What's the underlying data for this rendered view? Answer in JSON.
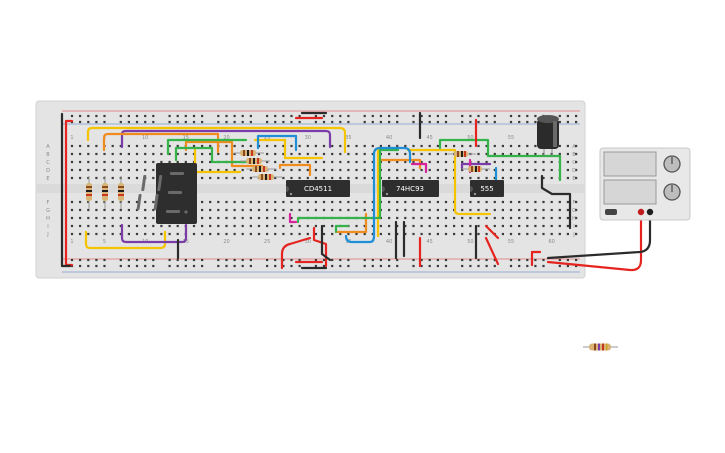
{
  "breadboard": {
    "column_numbers": [
      "1",
      "5",
      "10",
      "15",
      "20",
      "25",
      "30",
      "35",
      "40",
      "45",
      "50",
      "55",
      "60"
    ],
    "row_letters_top": [
      "A",
      "B",
      "C",
      "D",
      "E"
    ],
    "row_letters_bottom": [
      "F",
      "G",
      "H",
      "I",
      "J"
    ]
  },
  "chips": {
    "decoder": "CD4511",
    "counter": "74HC93",
    "timer": "555"
  },
  "display": {
    "digit": "8."
  },
  "power_supply": {
    "readout_top": "",
    "readout_bottom": ""
  },
  "colors": {
    "board": "#e4e4e4",
    "wire_red": "#e52420",
    "wire_black": "#2b2b2b",
    "wire_yellow": "#f5c400",
    "wire_purple": "#7a3da8",
    "wire_green": "#35b34a",
    "wire_blue": "#1e8fd6",
    "wire_orange": "#f08c1e",
    "wire_magenta": "#d6229b",
    "chip": "#2e2e2e"
  },
  "icons": {
    "capacitor": "electrolytic-capacitor-icon",
    "resistor": "resistor-icon",
    "knob": "knob-icon"
  }
}
